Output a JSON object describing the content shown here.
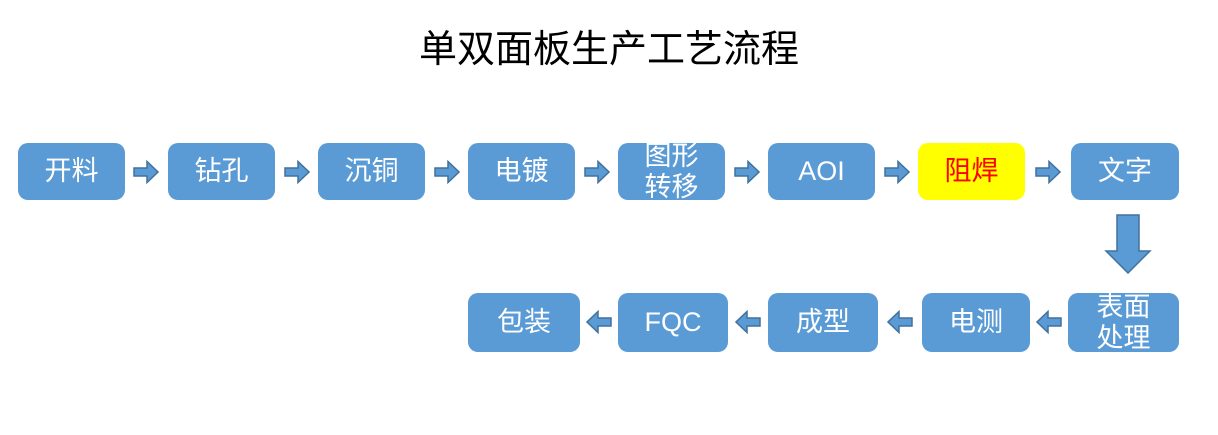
{
  "title": "单双面板生产工艺流程",
  "colors": {
    "background": "#FFFFFF",
    "box_fill": "#5B9BD5",
    "box_text": "#FFFFFF",
    "highlight_fill": "#FFFF00",
    "highlight_text": "#FF0000",
    "arrow_fill": "#5B9BD5",
    "arrow_border": "#41719C",
    "title_color": "#000000"
  },
  "process": {
    "top_row": [
      {
        "label": "开料"
      },
      {
        "label": "钻孔"
      },
      {
        "label": "沉铜"
      },
      {
        "label": "电镀"
      },
      {
        "label": "图形\n转移"
      },
      {
        "label": "AOI"
      },
      {
        "label": "阻焊",
        "highlighted": true
      },
      {
        "label": "文字"
      }
    ],
    "bottom_row": [
      {
        "label": "表面\n处理"
      },
      {
        "label": "电测"
      },
      {
        "label": "成型"
      },
      {
        "label": "FQC"
      },
      {
        "label": "包装"
      }
    ]
  }
}
